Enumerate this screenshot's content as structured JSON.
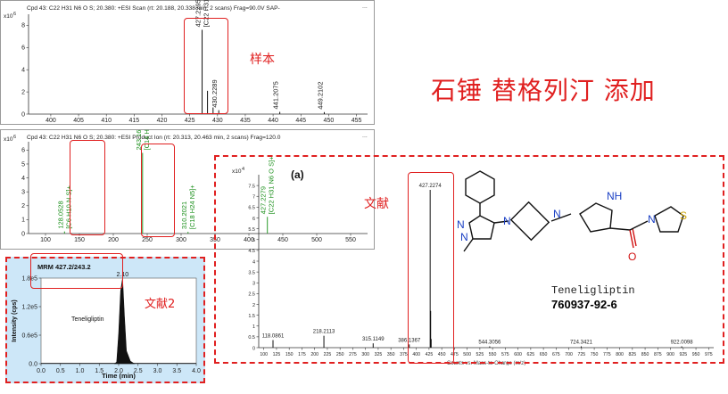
{
  "headline": "石锤  替格列汀 添加",
  "labels": {
    "sample": "样本",
    "literature": "文献",
    "literature2": "文献2"
  },
  "compound": {
    "name": "Teneligliptin",
    "cas": "760937-92-6"
  },
  "colors": {
    "red": "#e02020",
    "green": "#1a8f1a",
    "blue_panel": "#cde7f8"
  },
  "chart_data": [
    {
      "type": "bar",
      "id": "esi_scan",
      "header": "Cpd 43: C22 H31 N6 O S; 20.380: +ESI Scan (rt: 20.188, 20.338 min, 2 scans) Frag=90.0V SAP-",
      "y_multiplier": "x10",
      "y_exponent": "6",
      "xlim": [
        396,
        457
      ],
      "ylim": [
        0,
        9
      ],
      "xticks": [
        "400",
        "405",
        "410",
        "415",
        "420",
        "425",
        "430",
        "435",
        "440",
        "445",
        "450",
        "455"
      ],
      "yticks": [
        "0",
        "2",
        "4",
        "6",
        "8"
      ],
      "peaks": [
        {
          "x": 427.2295,
          "y": 7.6,
          "label": "427.2295",
          "sublabel": "[C22 H31 N6 O S]+"
        },
        {
          "x": 428.2,
          "y": 2.1,
          "label": "",
          "sublabel": ""
        },
        {
          "x": 429.2,
          "y": 0.6,
          "label": "",
          "sublabel": ""
        },
        {
          "x": 430.2289,
          "y": 0.35,
          "label": "430.2289",
          "sublabel": ""
        },
        {
          "x": 441.2075,
          "y": 0.2,
          "label": "441.2075",
          "sublabel": ""
        },
        {
          "x": 449.2102,
          "y": 0.18,
          "label": "449.2102",
          "sublabel": ""
        }
      ]
    },
    {
      "type": "bar",
      "id": "esi_product",
      "header": "Cpd 43: C22 H31 N6 O S; 20.380: +ESI Product Ion (rt: 20.313, 20.463 min, 2 scans) Frag=120.0",
      "y_multiplier": "x10",
      "y_exponent": "6",
      "xlim": [
        75,
        575
      ],
      "ylim": [
        0,
        6.6
      ],
      "xticks": [
        "100",
        "150",
        "200",
        "250",
        "300",
        "350",
        "400",
        "450",
        "500",
        "550"
      ],
      "yticks": [
        "0",
        "1",
        "2",
        "3",
        "4",
        "5",
        "6"
      ],
      "peaks": [
        {
          "x": 128.0528,
          "y": 0.15,
          "label": "128.0528",
          "sublabel": "[C6 H10 N S]+"
        },
        {
          "x": 243.161,
          "y": 5.8,
          "label": "243.1610",
          "sublabel": "[C14 H19 N4]+"
        },
        {
          "x": 310.2021,
          "y": 0.12,
          "label": "310.2021",
          "sublabel": "[C18 H24 N5]+"
        },
        {
          "x": 427.2279,
          "y": 1.2,
          "label": "427.2279",
          "sublabel": "[C22 H31 N6 O S]+"
        }
      ]
    },
    {
      "type": "line",
      "id": "mrm",
      "title": "MRM 427.2/243.2",
      "peak_label": "2.10",
      "series_label": "Teneligliptin",
      "xlabel": "Time (min)",
      "ylabel": "Intensity (cps)",
      "xlim": [
        0,
        4
      ],
      "ylim": [
        0,
        180000
      ],
      "xticks": [
        "0.0",
        "0.5",
        "1.0",
        "1.5",
        "2.0",
        "2.5",
        "3.0",
        "3.5",
        "4.0"
      ],
      "yticks": [
        "0.0",
        "0.6e5",
        "1.2e5",
        "1.8e5"
      ],
      "points": [
        [
          0,
          0
        ],
        [
          1.9,
          0
        ],
        [
          1.95,
          0.02
        ],
        [
          2.0,
          0.35
        ],
        [
          2.05,
          0.85
        ],
        [
          2.1,
          1.0
        ],
        [
          2.15,
          0.55
        ],
        [
          2.2,
          0.15
        ],
        [
          2.3,
          0.03
        ],
        [
          2.4,
          0
        ],
        [
          4,
          0
        ]
      ],
      "peak_height": 180000
    },
    {
      "type": "bar",
      "id": "lit_a",
      "panel_label": "(a)",
      "y_multiplier": "x10",
      "y_exponent": "4",
      "xlim": [
        90,
        985
      ],
      "ylim": [
        0,
        8
      ],
      "xticks": [
        "100",
        "125",
        "150",
        "175",
        "200",
        "225",
        "250",
        "275",
        "300",
        "325",
        "350",
        "375",
        "400",
        "425",
        "450",
        "475",
        "500",
        "525",
        "550",
        "575",
        "600",
        "625",
        "650",
        "675",
        "700",
        "725",
        "750",
        "775",
        "800",
        "825",
        "850",
        "875",
        "900",
        "925",
        "950",
        "975"
      ],
      "yticks": [
        "0",
        "0.5",
        "1",
        "1.5",
        "2",
        "2.5",
        "3",
        "3.5",
        "4",
        "4.5",
        "5",
        "5.5",
        "6",
        "6.5",
        "7",
        "7.5"
      ],
      "xlabel": "Counts vs. Mass-to-Charge (m/z)",
      "peaks": [
        {
          "x": 118.0861,
          "y": 0.35,
          "label": "118.0861"
        },
        {
          "x": 218.2113,
          "y": 0.55,
          "label": "218.2113"
        },
        {
          "x": 315.1149,
          "y": 0.2,
          "label": "315.1149"
        },
        {
          "x": 386.1367,
          "y": 0.15,
          "label": "386.1367"
        },
        {
          "x": 427.2274,
          "y": 7.3,
          "label": "427.2274"
        },
        {
          "x": 428.2,
          "y": 1.7,
          "label": ""
        },
        {
          "x": 429.2,
          "y": 0.4,
          "label": ""
        },
        {
          "x": 544.3056,
          "y": 0.06,
          "label": "544.3056"
        },
        {
          "x": 724.3421,
          "y": 0.06,
          "label": "724.3421"
        },
        {
          "x": 922.0098,
          "y": 0.06,
          "label": "922.0098"
        }
      ]
    }
  ]
}
